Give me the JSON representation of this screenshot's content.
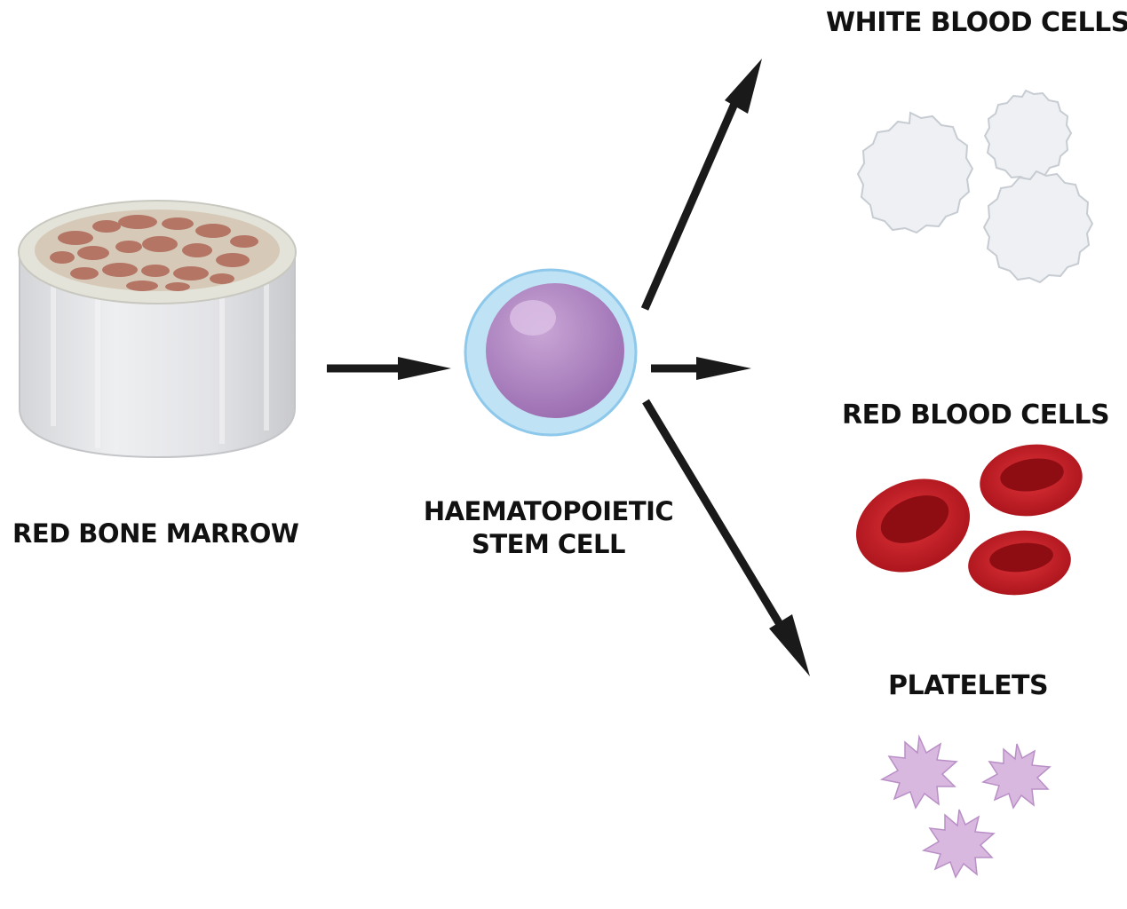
{
  "labels": {
    "red_bone_marrow": "RED BONE MARROW",
    "stem_cell_line1": "HAEMATOPOIETIC",
    "stem_cell_line2": "STEM CELL",
    "white_blood_cells": "WHITE BLOOD CELLS",
    "red_blood_cells": "RED BLOOD CELLS",
    "platelets": "PLATELETS"
  },
  "colors": {
    "arrow": "#1a1a1a",
    "bone": "#e6e7e9",
    "marrow_spot": "#b47565",
    "stem_outer": "#bfe3f5",
    "stem_inner": "#a97fbd",
    "wbc": "#eef0f3",
    "rbc": "#c41a1f",
    "platelet": "#d9b8e0"
  },
  "icons": [
    "bone-marrow-icon",
    "stem-cell-icon",
    "white-blood-cell-icon",
    "red-blood-cell-icon",
    "platelet-icon"
  ]
}
